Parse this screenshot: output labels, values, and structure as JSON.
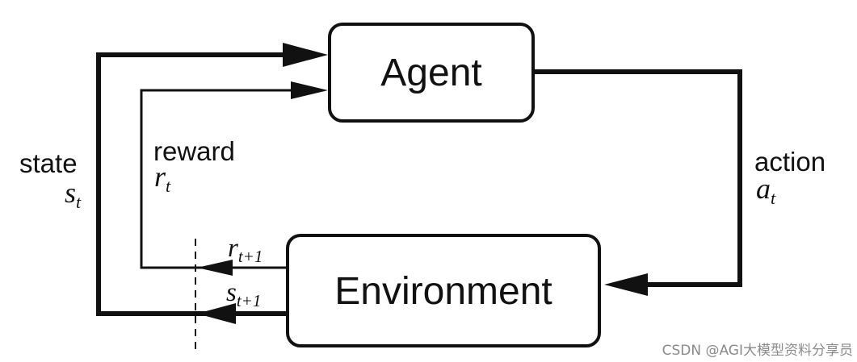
{
  "diagram": {
    "agent_label": "Agent",
    "environment_label": "Environment",
    "state": {
      "word": "state",
      "symbol": "s",
      "subscript": "t"
    },
    "reward": {
      "word": "reward",
      "symbol": "r",
      "subscript": "t"
    },
    "action": {
      "word": "action",
      "symbol": "a",
      "subscript": "t"
    },
    "next_reward": {
      "symbol": "r",
      "subscript": "t+1"
    },
    "next_state": {
      "symbol": "s",
      "subscript": "t+1"
    }
  },
  "watermark": "CSDN @AGI大模型资料分享员"
}
